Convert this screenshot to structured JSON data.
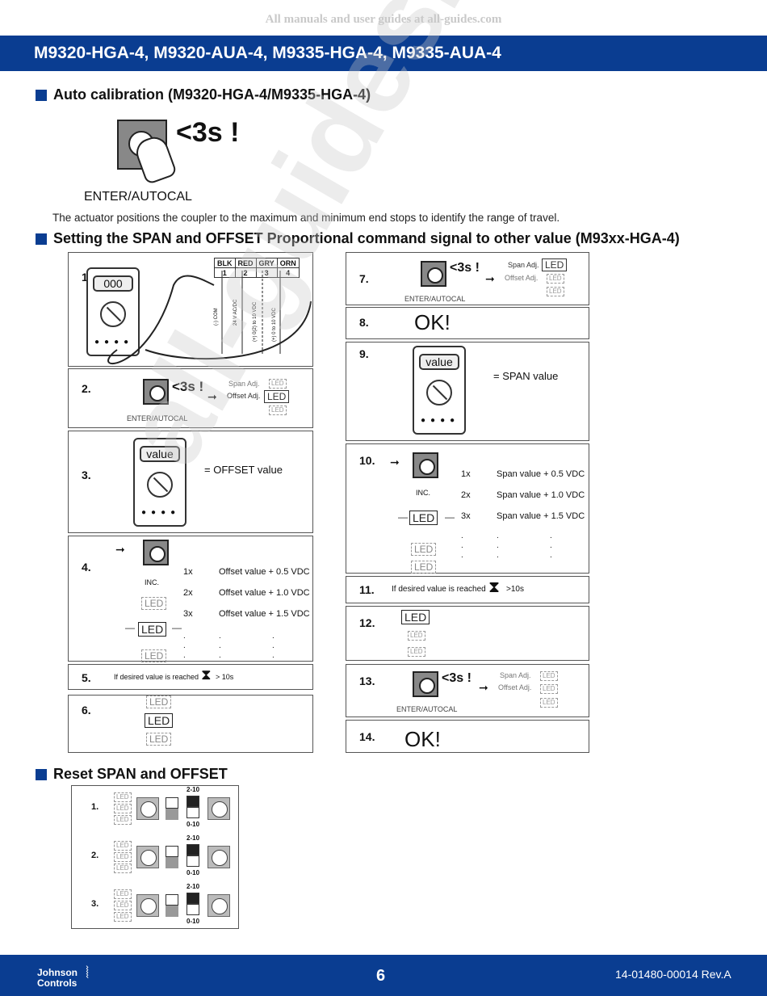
{
  "site_note": "All manuals and user guides at all-guides.com",
  "header_title": "M9320-HGA-4, M9320-AUA-4, M9335-HGA-4, M9335-AUA-4",
  "auto_cal": {
    "heading": "Auto calibration (M9320-HGA-4/M9335-HGA-4)",
    "timer": "<3s !",
    "button_label": "ENTER/AUTOCAL",
    "description": "The actuator positions the coupler to the maximum and minimum end stops to identify the range of travel."
  },
  "setting": {
    "heading": "Setting the SPAN and OFFSET Proportional command signal to other value (M93xx-HGA-4)",
    "wire_headers": [
      "BLK",
      "RED",
      "GRY",
      "ORN"
    ],
    "wire_numbers": [
      "1",
      "2",
      "3",
      "4"
    ],
    "wire_labels": [
      "(-) COM",
      "24 V AC/DC",
      "(+) 0(2) to 10 VDC",
      "(+) 0 to 10 VDC"
    ],
    "meter_display_1": "000",
    "meter_value": "value",
    "span_adj": "Span Adj.",
    "offset_adj": "Offset Adj.",
    "led": "LED",
    "inc": "INC.",
    "timer": "<3s !",
    "enter_autocal": "ENTER/AUTOCAL",
    "offset_value_eq": "= OFFSET value",
    "span_value_eq": "= SPAN value",
    "ok": "OK!",
    "desired": "If desired value is reached",
    "wait": "> 10s",
    "wait2": ">10s",
    "counts": [
      "1x",
      "2x",
      "3x"
    ],
    "offset_steps": [
      "Offset value + 0.5 VDC",
      "Offset value + 1.0 VDC",
      "Offset value + 1.5 VDC"
    ],
    "span_steps": [
      "Span value + 0.5 VDC",
      "Span value + 1.0 VDC",
      "Span value + 1.5 VDC"
    ],
    "step_numbers": [
      "1.",
      "2.",
      "3.",
      "4.",
      "5.",
      "6.",
      "7.",
      "8.",
      "9.",
      "10.",
      "11.",
      "12.",
      "13.",
      "14."
    ]
  },
  "reset": {
    "heading": "Reset SPAN and OFFSET",
    "rows": [
      "1.",
      "2.",
      "3."
    ],
    "top_label": "2-10",
    "bottom_label": "0-10"
  },
  "watermark": "all-guides.com",
  "footer": {
    "brand_line1": "Johnson",
    "brand_line2": "Controls",
    "page": "6",
    "doc_id": "14-01480-00014 Rev.A"
  },
  "colors": {
    "brand_blue": "#0a3d91"
  }
}
